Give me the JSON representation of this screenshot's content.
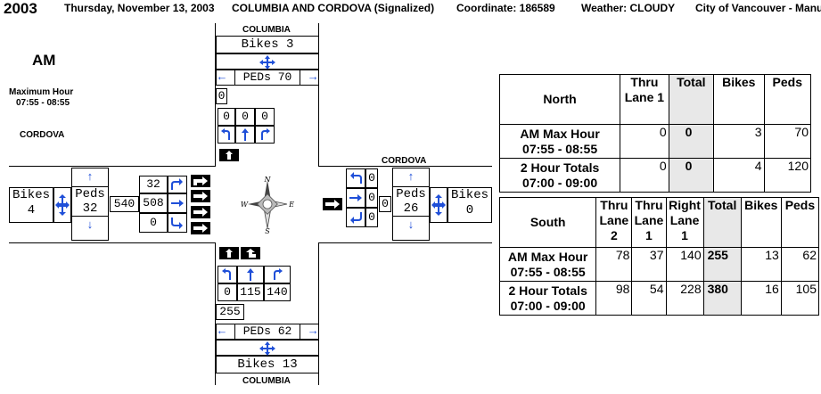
{
  "header": {
    "id": "2003",
    "date": "Thursday, November 13, 2003",
    "intersection": "COLUMBIA AND CORDOVA  (Signalized)",
    "coordinate": "Coordinate: 186589",
    "weather": "Weather: CLOUDY",
    "city": "City of Vancouver - Manu"
  },
  "period": "AM",
  "max_hour": {
    "label": "Maximum Hour",
    "time": "07:55 - 08:55"
  },
  "streets": {
    "west_label": "CORDOVA",
    "east_label": "CORDOVA",
    "north_label": "COLUMBIA",
    "south_label": "COLUMBIA"
  },
  "north_approach": {
    "bikes": "Bikes 3",
    "peds": "PEDs 70",
    "total": "0",
    "counts": [
      "0",
      "0",
      "0"
    ]
  },
  "south_approach": {
    "bikes": "Bikes 13",
    "peds": "PEDs 62",
    "total": "255",
    "counts": [
      "0",
      "115",
      "140"
    ]
  },
  "west_approach": {
    "bikes_label": "Bikes",
    "bikes_val": "4",
    "peds_label": "Peds",
    "peds_val": "32",
    "total": "540",
    "counts": [
      "32",
      "508",
      "0"
    ]
  },
  "east_approach": {
    "bikes_label": "Bikes",
    "bikes_val": "0",
    "peds_label": "Peds",
    "peds_val": "26",
    "total": "0",
    "counts": [
      "0",
      "0",
      "0"
    ]
  },
  "compass": {
    "n": "N",
    "s": "S",
    "e": "E",
    "w": "W"
  },
  "north_table": {
    "corner": "North",
    "headers": [
      "Thru Lane 1",
      "Total",
      "Bikes",
      "Peds"
    ],
    "rows": [
      {
        "label": "AM Max Hour",
        "sub": "07:55 - 08:55",
        "values": [
          "0",
          "0",
          "3",
          "70"
        ]
      },
      {
        "label": "2 Hour Totals",
        "sub": "07:00 - 09:00",
        "values": [
          "0",
          "0",
          "4",
          "120"
        ]
      }
    ]
  },
  "south_table": {
    "corner": "South",
    "headers": [
      "Thru Lane 2",
      "Thru Lane 1",
      "Right Lane 1",
      "Total",
      "Bikes",
      "Peds"
    ],
    "rows": [
      {
        "label": "AM Max Hour",
        "sub": "07:55 - 08:55",
        "values": [
          "78",
          "37",
          "140",
          "255",
          "13",
          "62"
        ]
      },
      {
        "label": "2 Hour Totals",
        "sub": "07:00 - 09:00",
        "values": [
          "98",
          "54",
          "228",
          "380",
          "16",
          "105"
        ]
      }
    ]
  },
  "colors": {
    "arrow": "#1f4fd8",
    "signal": "#000000",
    "total_bg": "#e8e8e8"
  }
}
